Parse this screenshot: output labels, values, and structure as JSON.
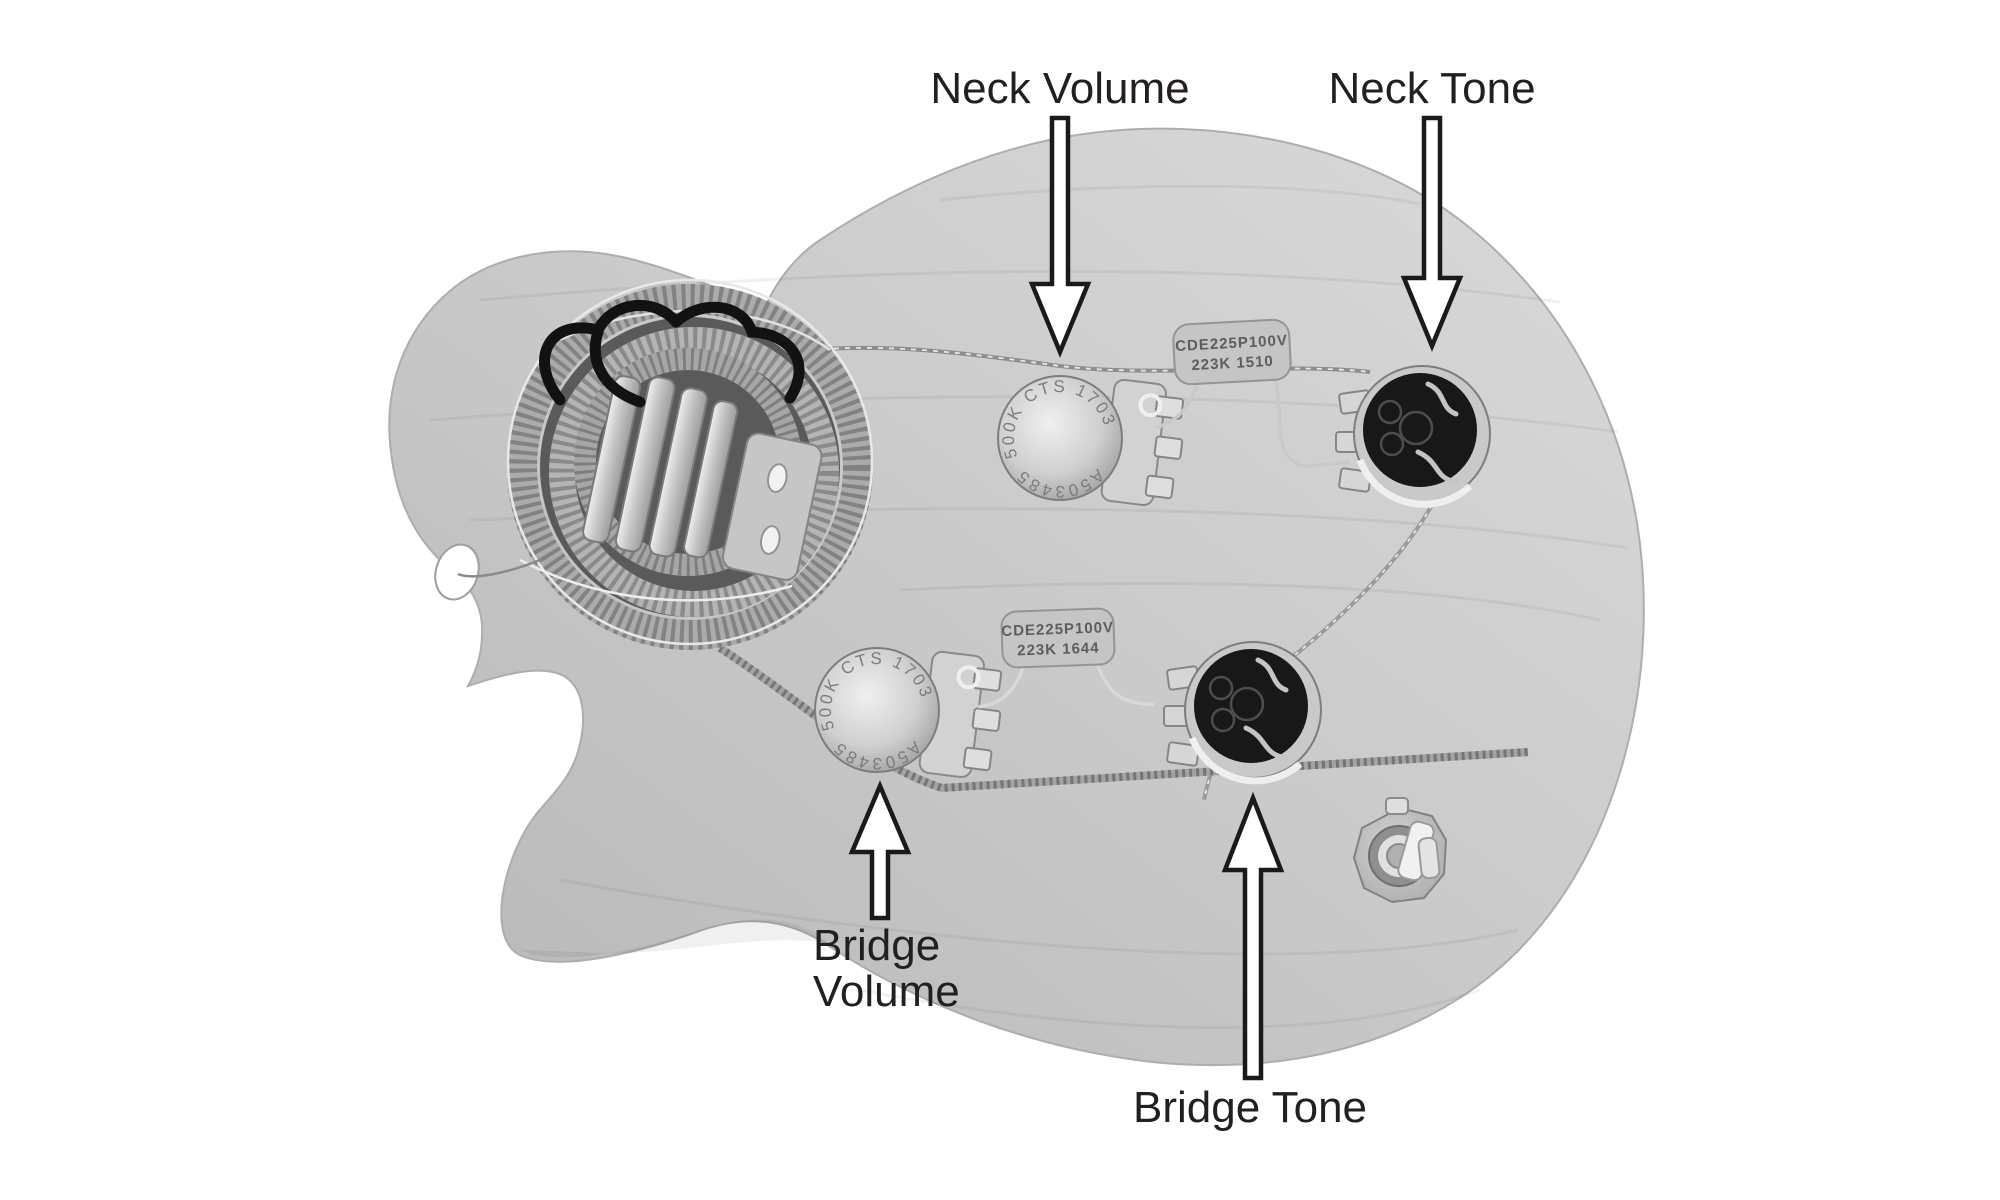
{
  "figure": {
    "type": "annotated-photo-diagram",
    "subject": "Les Paul style guitar wiring harness on wood body template",
    "labels": {
      "neck_volume": "Neck Volume",
      "neck_tone": "Neck Tone",
      "bridge_volume_line1": "Bridge",
      "bridge_volume_line2": "Volume",
      "bridge_tone": "Bridge Tone"
    }
  },
  "components": {
    "neck_volume_pot": {
      "stamp_top": "500K  CTS  1703",
      "stamp_bottom": "A503485"
    },
    "bridge_volume_pot": {
      "stamp_top": "500K  CTS  1703",
      "stamp_bottom": "A503485"
    },
    "neck_tone_capacitor": {
      "line1": "CDE225P100V",
      "line2": "223K   1510"
    },
    "bridge_tone_capacitor": {
      "line1": "CDE225P100V",
      "line2": "223K   1644"
    }
  },
  "colors": {
    "background": "#ffffff",
    "wood_light": "#d8d8d8",
    "wood_dark": "#b9b9b9",
    "label_text": "#231f20",
    "arrow_fill": "#ffffff",
    "arrow_outline": "#1a1a1a",
    "pot_silver": "#c9c9c9",
    "pot_black": "#181818"
  }
}
